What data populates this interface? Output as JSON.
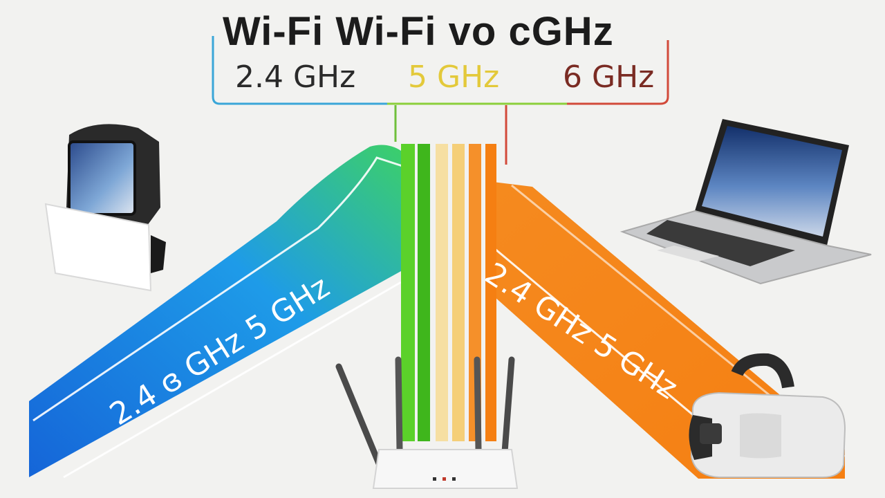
{
  "title": "Wi-Fi Wi-Fi vo cGHz",
  "bands": {
    "band_24": "2.4 GHz",
    "band_5": "5 GHz",
    "band_6": "6 GHz"
  },
  "beams": {
    "left_label": "2.4 ɞ GHz  5 GHz",
    "right_label": "2.4 GHz  5 GHz"
  },
  "colors": {
    "blue_beam": "#1e88e5",
    "green_beam": "#5bd12a",
    "orange_beam": "#f5811f",
    "yellow": "#f3d27a",
    "bracket_red": "#c0392b",
    "bracket_blue": "#3aa6d8",
    "bracket_green": "#6fbf3b"
  },
  "icons": [
    "router-icon",
    "tablet-icon",
    "laptop-icon",
    "vr-headset-icon"
  ]
}
